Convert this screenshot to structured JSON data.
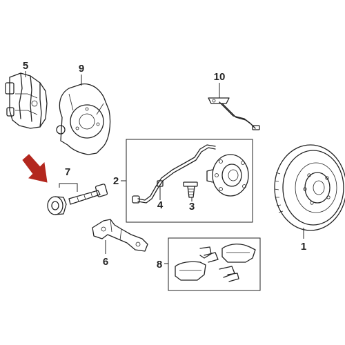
{
  "diagram": {
    "callouts": {
      "c1": "1",
      "c2": "2",
      "c3": "3",
      "c4": "4",
      "c5": "5",
      "c6": "6",
      "c7": "7",
      "c8": "8",
      "c9": "9",
      "c10": "10"
    },
    "colors": {
      "highlight_arrow": "#b3271e",
      "line": "#222222",
      "background": "#ffffff"
    }
  }
}
